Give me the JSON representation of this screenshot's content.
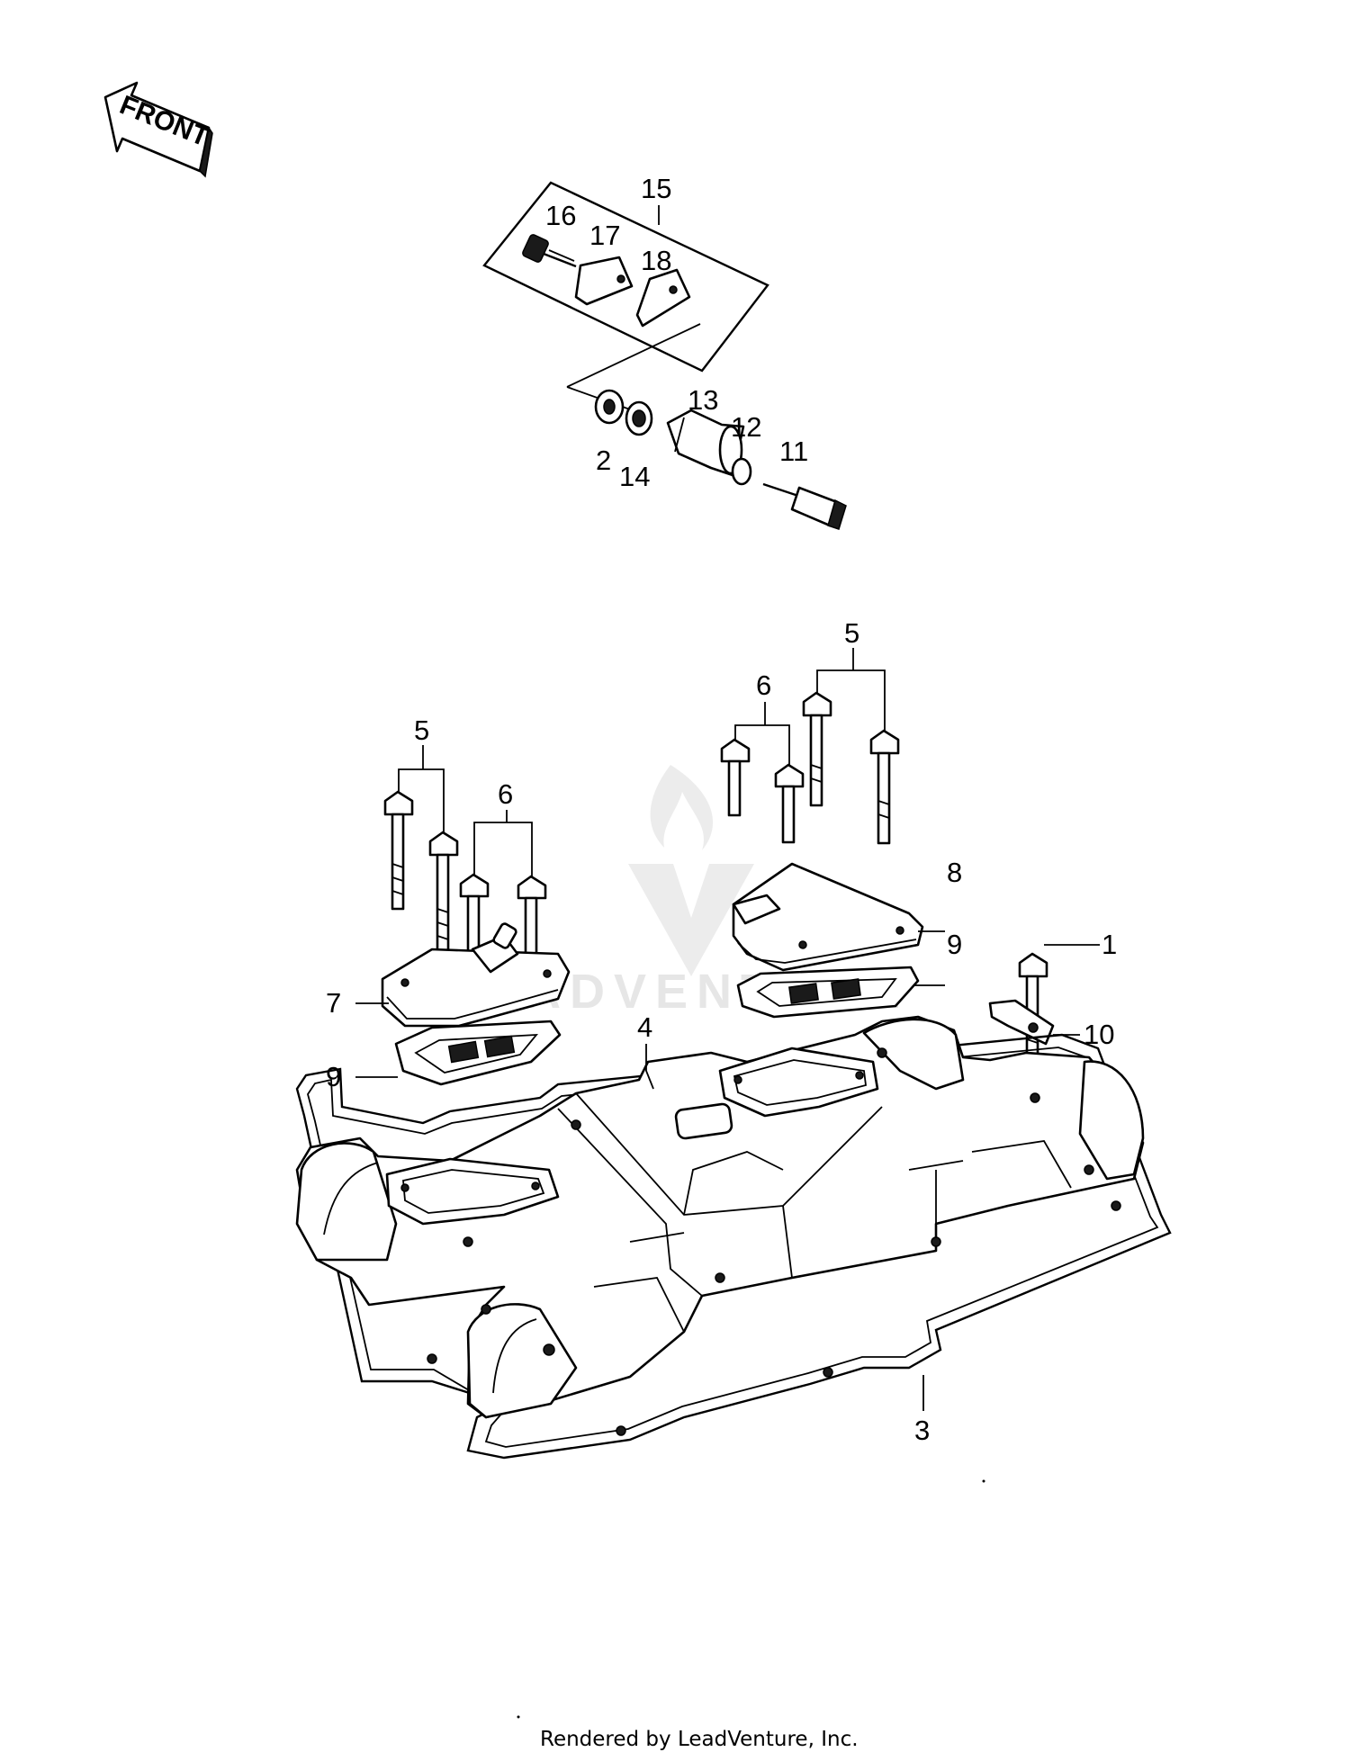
{
  "front_label": "FRONT",
  "watermark": "LEADVENTURE",
  "footer": "Rendered by LeadVenture, Inc.",
  "callouts": {
    "c1": "1",
    "c2": "2",
    "c3": "3",
    "c4": "4",
    "c5a": "5",
    "c5b": "5",
    "c6a": "6",
    "c6b": "6",
    "c7": "7",
    "c8": "8",
    "c9a": "9",
    "c9b": "9",
    "c10": "10",
    "c11": "11",
    "c12": "12",
    "c13": "13",
    "c14": "14",
    "c15": "15",
    "c16": "16",
    "c17": "17",
    "c18": "18"
  }
}
